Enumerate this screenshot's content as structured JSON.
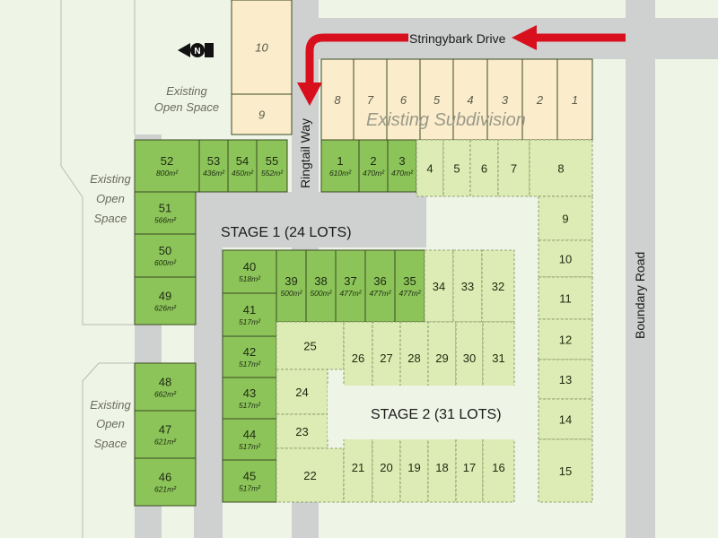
{
  "roads": {
    "stringybark": "Stringybark Drive",
    "ringtail": "Ringtail Way",
    "boundary": "Boundary Road"
  },
  "compass": {
    "letter": "N"
  },
  "labels": {
    "stage1": "STAGE 1  (24 LOTS)",
    "stage2": "STAGE 2  (31 LOTS)",
    "existing_subdivision": "Existing Subdivision"
  },
  "open_spaces": [
    {
      "line1": "Existing",
      "line2": "Open Space"
    },
    {
      "line1": "Existing",
      "line2": "Open",
      "line3": "Space"
    },
    {
      "line1": "Existing",
      "line2": "Open",
      "line3": "Space"
    }
  ],
  "existing_lots": [
    "10",
    "9",
    "8",
    "7",
    "6",
    "5",
    "4",
    "3",
    "2",
    "1"
  ],
  "stage1_lots": [
    {
      "num": "52",
      "area": "800m²"
    },
    {
      "num": "53",
      "area": "436m²"
    },
    {
      "num": "54",
      "area": "450m²"
    },
    {
      "num": "55",
      "area": "552m²"
    },
    {
      "num": "51",
      "area": "566m²"
    },
    {
      "num": "50",
      "area": "600m²"
    },
    {
      "num": "49",
      "area": "626m²"
    },
    {
      "num": "48",
      "area": "662m²"
    },
    {
      "num": "47",
      "area": "621m²"
    },
    {
      "num": "46",
      "area": "621m²"
    },
    {
      "num": "1",
      "area": "610m²"
    },
    {
      "num": "2",
      "area": "470m²"
    },
    {
      "num": "3",
      "area": "470m²"
    },
    {
      "num": "40",
      "area": "518m²"
    },
    {
      "num": "39",
      "area": "500m²"
    },
    {
      "num": "38",
      "area": "500m²"
    },
    {
      "num": "37",
      "area": "477m²"
    },
    {
      "num": "36",
      "area": "477m²"
    },
    {
      "num": "35",
      "area": "477m²"
    },
    {
      "num": "41",
      "area": "517m²"
    },
    {
      "num": "42",
      "area": "517m²"
    },
    {
      "num": "43",
      "area": "517m²"
    },
    {
      "num": "44",
      "area": "517m²"
    },
    {
      "num": "45",
      "area": "517m²"
    }
  ],
  "stage2_lots": [
    "4",
    "5",
    "6",
    "7",
    "8",
    "9",
    "10",
    "11",
    "12",
    "13",
    "14",
    "15",
    "34",
    "33",
    "32",
    "25",
    "26",
    "27",
    "28",
    "29",
    "30",
    "31",
    "24",
    "23",
    "22",
    "21",
    "20",
    "19",
    "18",
    "17",
    "16"
  ],
  "colors": {
    "stage1_fill": "#8cc45a",
    "stage2_fill": "#dcecb4",
    "existing_fill": "#fbeccb",
    "road": "#cfd1d1",
    "arrow": "#d8101e",
    "open_space": "#eef4e6"
  }
}
